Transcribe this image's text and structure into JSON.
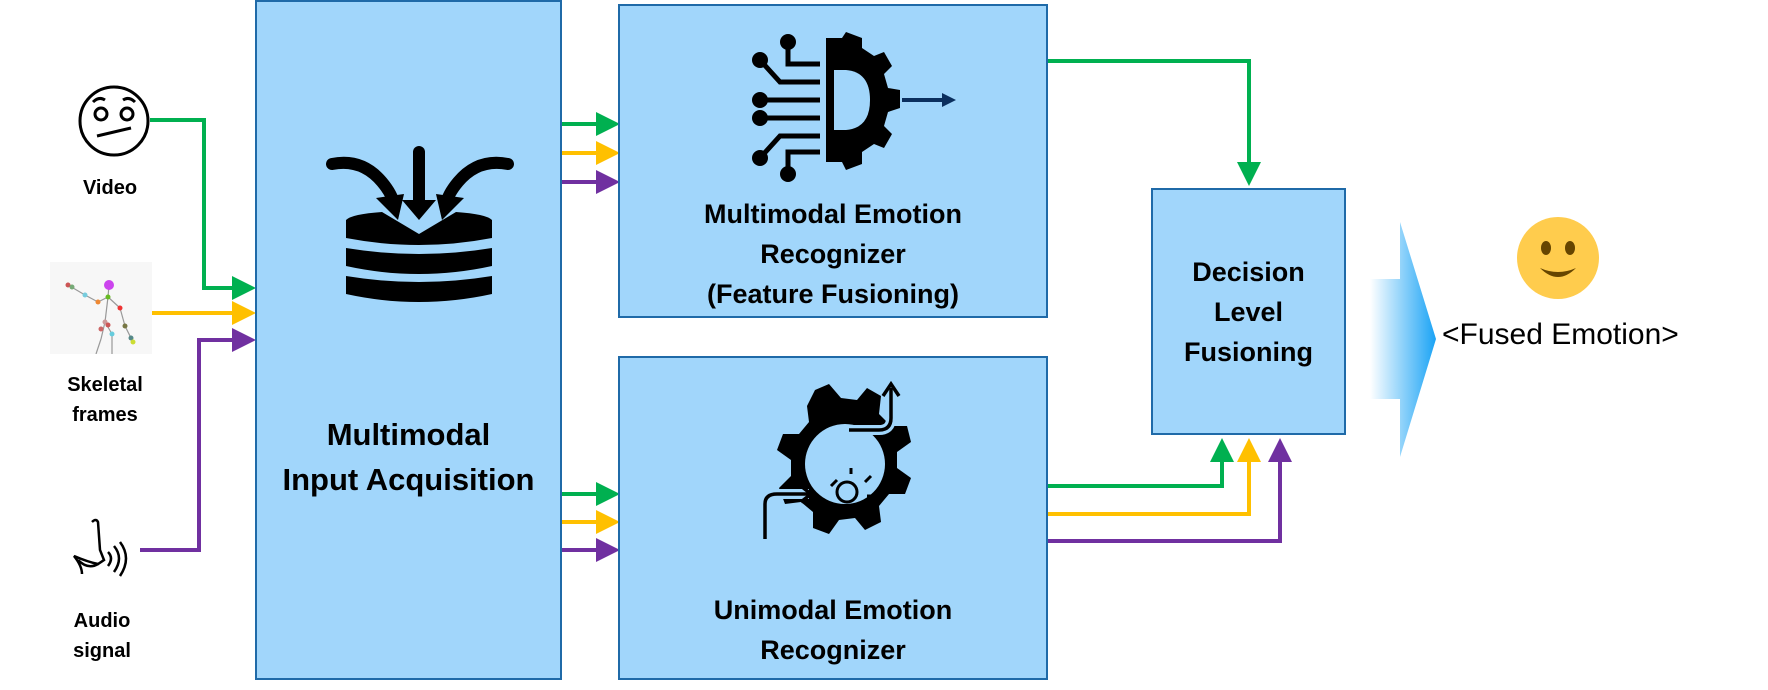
{
  "sources": [
    {
      "label": "Video",
      "icon": "worried-face-icon",
      "color": "#00b050"
    },
    {
      "label": "Skeletal frames",
      "icon": "skeleton-icon",
      "color": "#ffc000"
    },
    {
      "label": "Audio signal",
      "icon": "speaking-head-icon",
      "color": "#7030a0"
    }
  ],
  "blocks": {
    "acquisition": {
      "line1": "Multimodal",
      "line2": "Input Acquisition"
    },
    "multimodal_recognizer": {
      "line1": "Multimodal Emotion",
      "line2": "Recognizer",
      "line3": "(Feature Fusioning)"
    },
    "unimodal_recognizer": {
      "line1": "Unimodal Emotion",
      "line2": "Recognizer"
    },
    "decision_fusion": {
      "line1": "Decision",
      "line2": "Level",
      "line3": "Fusioning"
    }
  },
  "output": {
    "label": "<Fused Emotion>",
    "icon": "smiling-face-icon"
  },
  "colors": {
    "box_fill": "#a1d6fb",
    "box_border": "#1f6aa8",
    "video": "#00b050",
    "skeleton": "#ffc000",
    "audio": "#7030a0",
    "emoji": "#ffcc4d"
  }
}
